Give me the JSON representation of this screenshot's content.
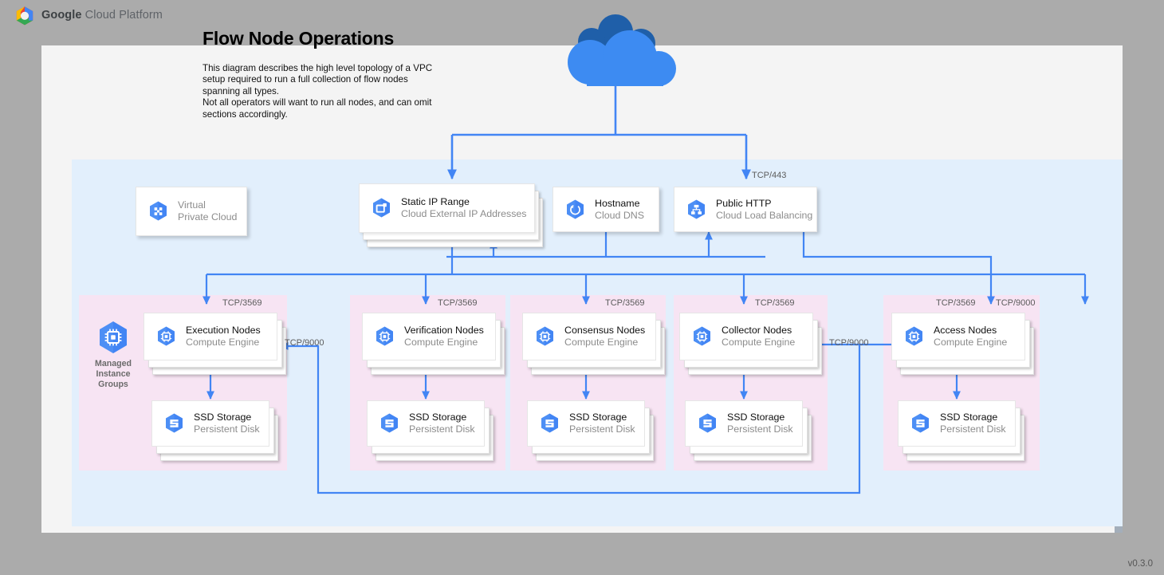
{
  "header": {
    "logo_icon": "google-cloud-platform-logo",
    "brand_bold": "Google",
    "brand_rest": " Cloud Platform"
  },
  "document": {
    "title": "Flow Node Operations",
    "description": "This diagram describes the high level topology of a VPC setup required to run a full collection of flow nodes spanning all types.\nNot all operators will want to run all nodes, and can omit sections accordingly.",
    "version": "v0.3.0"
  },
  "internet": {
    "icon": "cloud-icon",
    "label": ""
  },
  "top_row": [
    {
      "id": "vpc",
      "icon": "virtual-private-cloud-icon",
      "title": "Virtual",
      "subtitle": "Private Cloud",
      "stacked": false
    },
    {
      "id": "static-ip",
      "icon": "cloud-external-ip-addresses-icon",
      "title": "Static IP Range",
      "subtitle": "Cloud External IP Addresses",
      "stacked": true
    },
    {
      "id": "hostname",
      "icon": "cloud-dns-icon",
      "title": "Hostname",
      "subtitle": "Cloud DNS",
      "stacked": false
    },
    {
      "id": "public-http",
      "icon": "cloud-load-balancing-icon",
      "title": "Public HTTP",
      "subtitle": "Cloud Load Balancing",
      "stacked": false
    }
  ],
  "managed_instance_groups": {
    "icon": "managed-instance-groups-icon",
    "label": "Managed\nInstance\nGroups"
  },
  "node_groups": [
    {
      "id": "execution",
      "node_title": "Execution Nodes",
      "node_subtitle": "Compute Engine",
      "node_icon": "compute-engine-icon",
      "storage_title": "SSD Storage",
      "storage_subtitle": "Persistent Disk",
      "storage_icon": "persistent-disk-icon",
      "inbound_label": "TCP/3569",
      "has_mig": true
    },
    {
      "id": "verification",
      "node_title": "Verification Nodes",
      "node_subtitle": "Compute Engine",
      "node_icon": "compute-engine-icon",
      "storage_title": "SSD Storage",
      "storage_subtitle": "Persistent Disk",
      "storage_icon": "persistent-disk-icon",
      "inbound_label": "TCP/3569",
      "has_mig": false
    },
    {
      "id": "consensus",
      "node_title": "Consensus Nodes",
      "node_subtitle": "Compute Engine",
      "node_icon": "compute-engine-icon",
      "storage_title": "SSD Storage",
      "storage_subtitle": "Persistent Disk",
      "storage_icon": "persistent-disk-icon",
      "inbound_label": "TCP/3569",
      "has_mig": false
    },
    {
      "id": "collector",
      "node_title": "Collector Nodes",
      "node_subtitle": "Compute Engine",
      "node_icon": "compute-engine-icon",
      "storage_title": "SSD Storage",
      "storage_subtitle": "Persistent Disk",
      "storage_icon": "persistent-disk-icon",
      "inbound_label": "TCP/3569",
      "has_mig": false
    },
    {
      "id": "access",
      "node_title": "Access Nodes",
      "node_subtitle": "Compute Engine",
      "node_icon": "compute-engine-icon",
      "storage_title": "SSD Storage",
      "storage_subtitle": "Persistent Disk",
      "storage_icon": "persistent-disk-icon",
      "inbound_label": "TCP/3569",
      "has_mig": false
    }
  ],
  "connection_labels": {
    "lb_ingress": "TCP/443",
    "access_extra": "TCP/9000",
    "execution_inbound": "TCP/9000",
    "collector_inbound": "TCP/9000"
  },
  "colors": {
    "page_background": "#ababab",
    "canvas": "#f4f4f4",
    "vpc_region": "#e2effc",
    "node_group": "#f7e4f3",
    "connector": "#4285f4",
    "gcp_blue": "#4285f4",
    "cloud_light": "#3d8bf2",
    "cloud_dark": "#1f5fa9",
    "label_text": "#5b5b5b",
    "subtitle_text": "#8c8c8c"
  }
}
